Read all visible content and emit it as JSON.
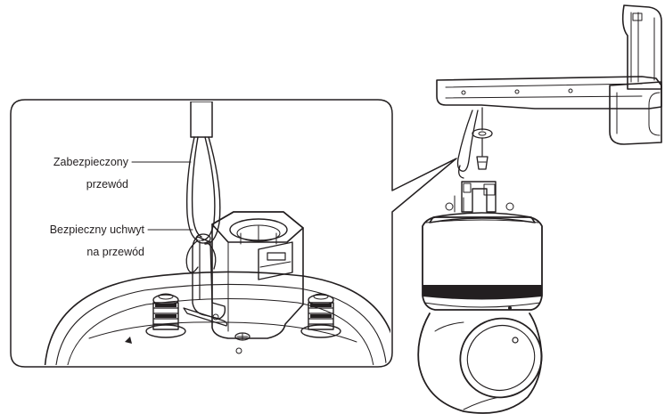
{
  "callouts": {
    "secured_wire_line1": "Zabezpieczony",
    "secured_wire_line2": "przewód",
    "safety_holder_line1": "Bezpieczny uchwyt",
    "safety_holder_line2": "na przewód"
  }
}
